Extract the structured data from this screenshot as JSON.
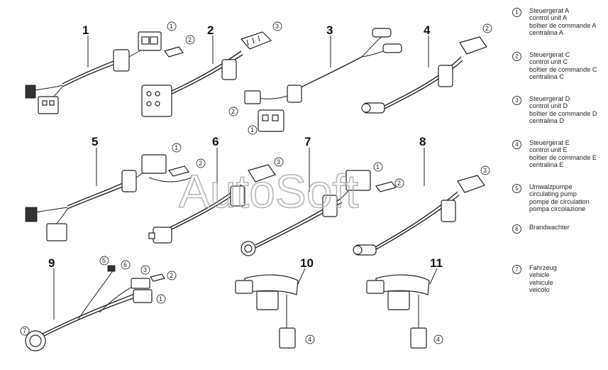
{
  "diagram": {
    "harness_numbers": [
      "1",
      "2",
      "3",
      "4",
      "5",
      "6",
      "7",
      "8",
      "9",
      "10",
      "11"
    ],
    "watermark": "AutoSoft"
  },
  "legend": [
    {
      "marker": "1",
      "lines": [
        "Steuergerat A",
        "control unit A",
        "boîtier de commande A",
        "centralina A"
      ]
    },
    {
      "marker": "2",
      "lines": [
        "Steuergerat C",
        "control unit C",
        "boîtier de commande C",
        "centralina C"
      ]
    },
    {
      "marker": "3",
      "lines": [
        "Steuergerat D",
        "control unit D",
        "boîtier de commande D",
        "centralina D"
      ]
    },
    {
      "marker": "4",
      "lines": [
        "Steuergerat E",
        "control unit E",
        "boîtier de commande E",
        "centralina E"
      ]
    },
    {
      "marker": "5",
      "lines": [
        "Umwalzpumpe",
        "circulating pump",
        "pompe de circulation",
        "pompa circolazione"
      ]
    },
    {
      "marker": "6",
      "lines": [
        "Brandwachter"
      ]
    },
    {
      "marker": "7",
      "lines": [
        "Fahrzeug",
        "vehicle",
        "vehicule",
        "veicolo"
      ]
    }
  ]
}
